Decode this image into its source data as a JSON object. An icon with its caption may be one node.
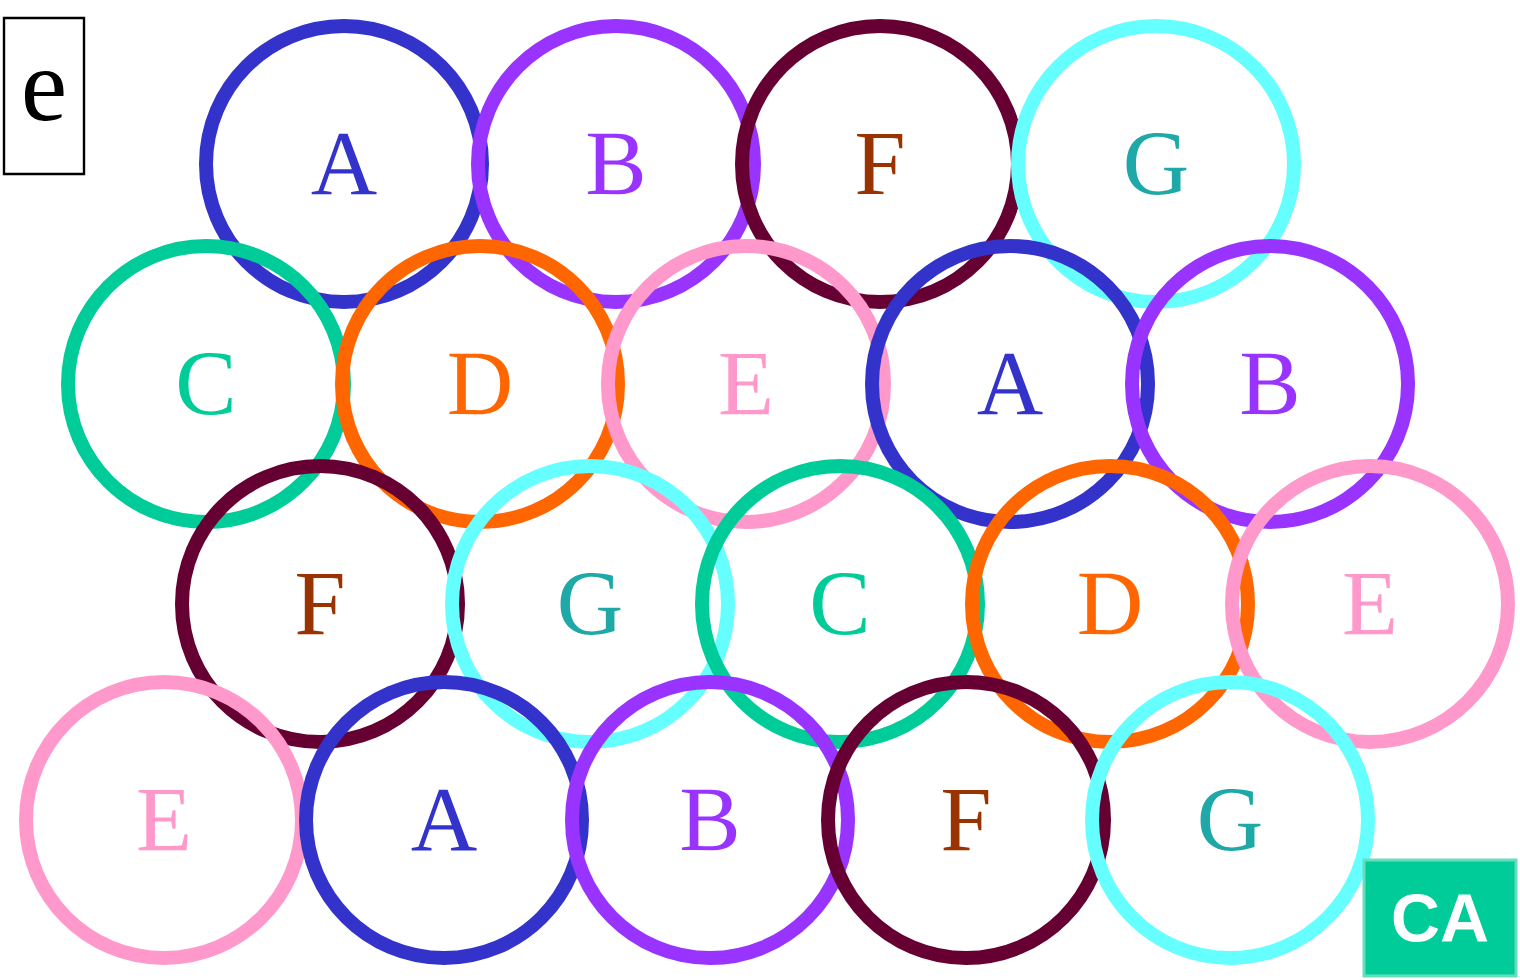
{
  "diagram": {
    "nodes": [
      {
        "text": [
          "e"
        ]
      },
      {
        "text": [
          "A"
        ]
      },
      {
        "text": [
          "B"
        ]
      },
      {
        "text": [
          "F"
        ]
      },
      {
        "text": [
          "G"
        ]
      },
      {
        "text": [
          "C"
        ]
      },
      {
        "text": [
          "D"
        ]
      },
      {
        "text": [
          "E"
        ]
      },
      {
        "text": [
          "A"
        ]
      },
      {
        "text": [
          "B"
        ]
      },
      {
        "text": [
          "F"
        ]
      },
      {
        "text": [
          "G"
        ]
      },
      {
        "text": [
          "C"
        ]
      },
      {
        "text": [
          "D"
        ]
      },
      {
        "text": [
          "E"
        ]
      },
      {
        "text": [
          "E"
        ]
      },
      {
        "text": [
          "A"
        ]
      },
      {
        "text": [
          "B"
        ]
      },
      {
        "text": [
          "F"
        ]
      },
      {
        "text": [
          "G"
        ]
      },
      {
        "text": [
          "CA"
        ]
      }
    ],
    "edges": []
  }
}
